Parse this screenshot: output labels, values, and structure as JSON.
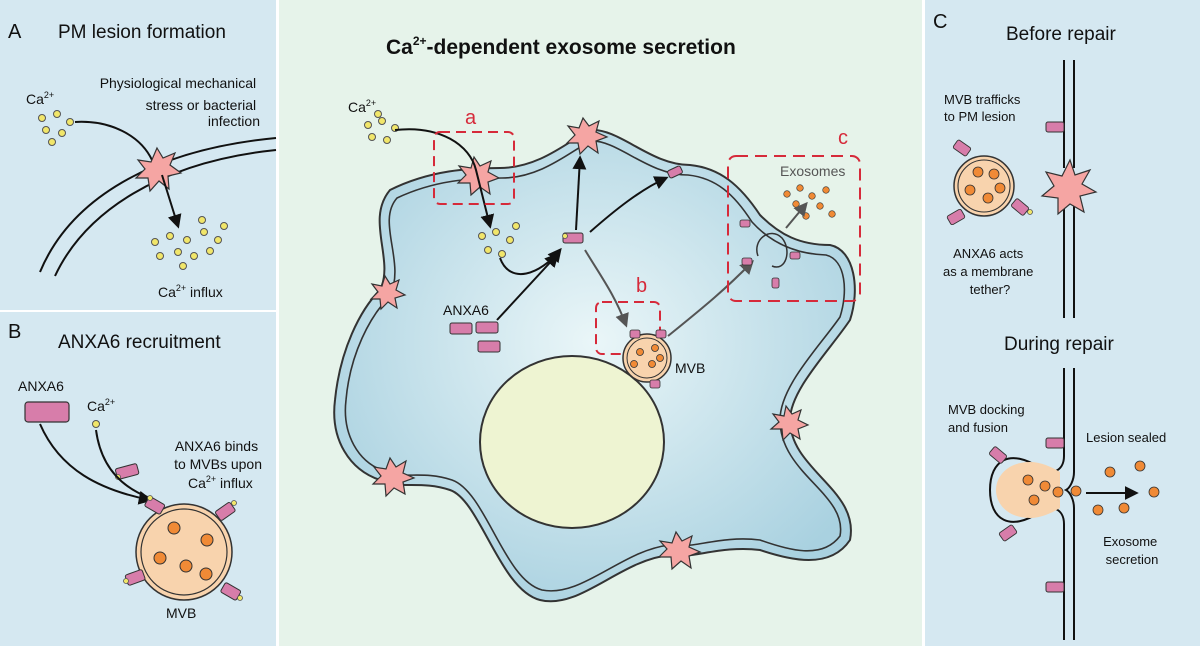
{
  "main_title": {
    "prefix": "Ca",
    "sup": "2+",
    "suffix": "-dependent exosome secretion"
  },
  "panel_a": {
    "letter": "A",
    "title": "PM lesion formation",
    "ca_label": "Ca",
    "ca_sup": "2+",
    "stress_lines": [
      "Physiological mechanical",
      "stress or bacterial",
      "infection"
    ],
    "influx_prefix": "Ca",
    "influx_sup": "2+",
    "influx_suffix": " influx"
  },
  "panel_b": {
    "letter": "B",
    "title": "ANXA6 recruitment",
    "anxa6_label": "ANXA6",
    "ca_label": "Ca",
    "ca_sup": "2+",
    "bind_lines": [
      "ANXA6 binds",
      "to MVBs upon"
    ],
    "bind_ca": "Ca",
    "bind_sup": "2+",
    "bind_suffix": " influx",
    "mvb_label": "MVB"
  },
  "center": {
    "ca_label": "Ca",
    "ca_sup": "2+",
    "box_a": "a",
    "box_b": "b",
    "box_c": "c",
    "exosomes_label": "Exosomes",
    "anxa6_label": "ANXA6",
    "mvb_label": "MVB"
  },
  "panel_c": {
    "letter": "C",
    "before_title": "Before repair",
    "mvb_traffic_lines": [
      "MVB trafficks",
      "to PM lesion"
    ],
    "tether_lines": [
      "ANXA6 acts",
      "as a membrane",
      "tether?"
    ],
    "during_title": "During repair",
    "docking_lines": [
      "MVB docking",
      "and fusion"
    ],
    "sealed_label": "Lesion sealed",
    "secretion_lines": [
      "Exosome",
      "secretion"
    ]
  },
  "colors": {
    "side_bg": "#d5e8f1",
    "center_bg": "#e6f3ea",
    "cell_fill": "#bcdde8",
    "nucleus": "#eef4d2",
    "lesion": "#f5a5a3",
    "mvb_fill": "#f8d3ad",
    "exosome": "#f08a36",
    "anxa6": "#d77daa",
    "calcium": "#f1e66a",
    "dash_red": "#d62a3a"
  }
}
